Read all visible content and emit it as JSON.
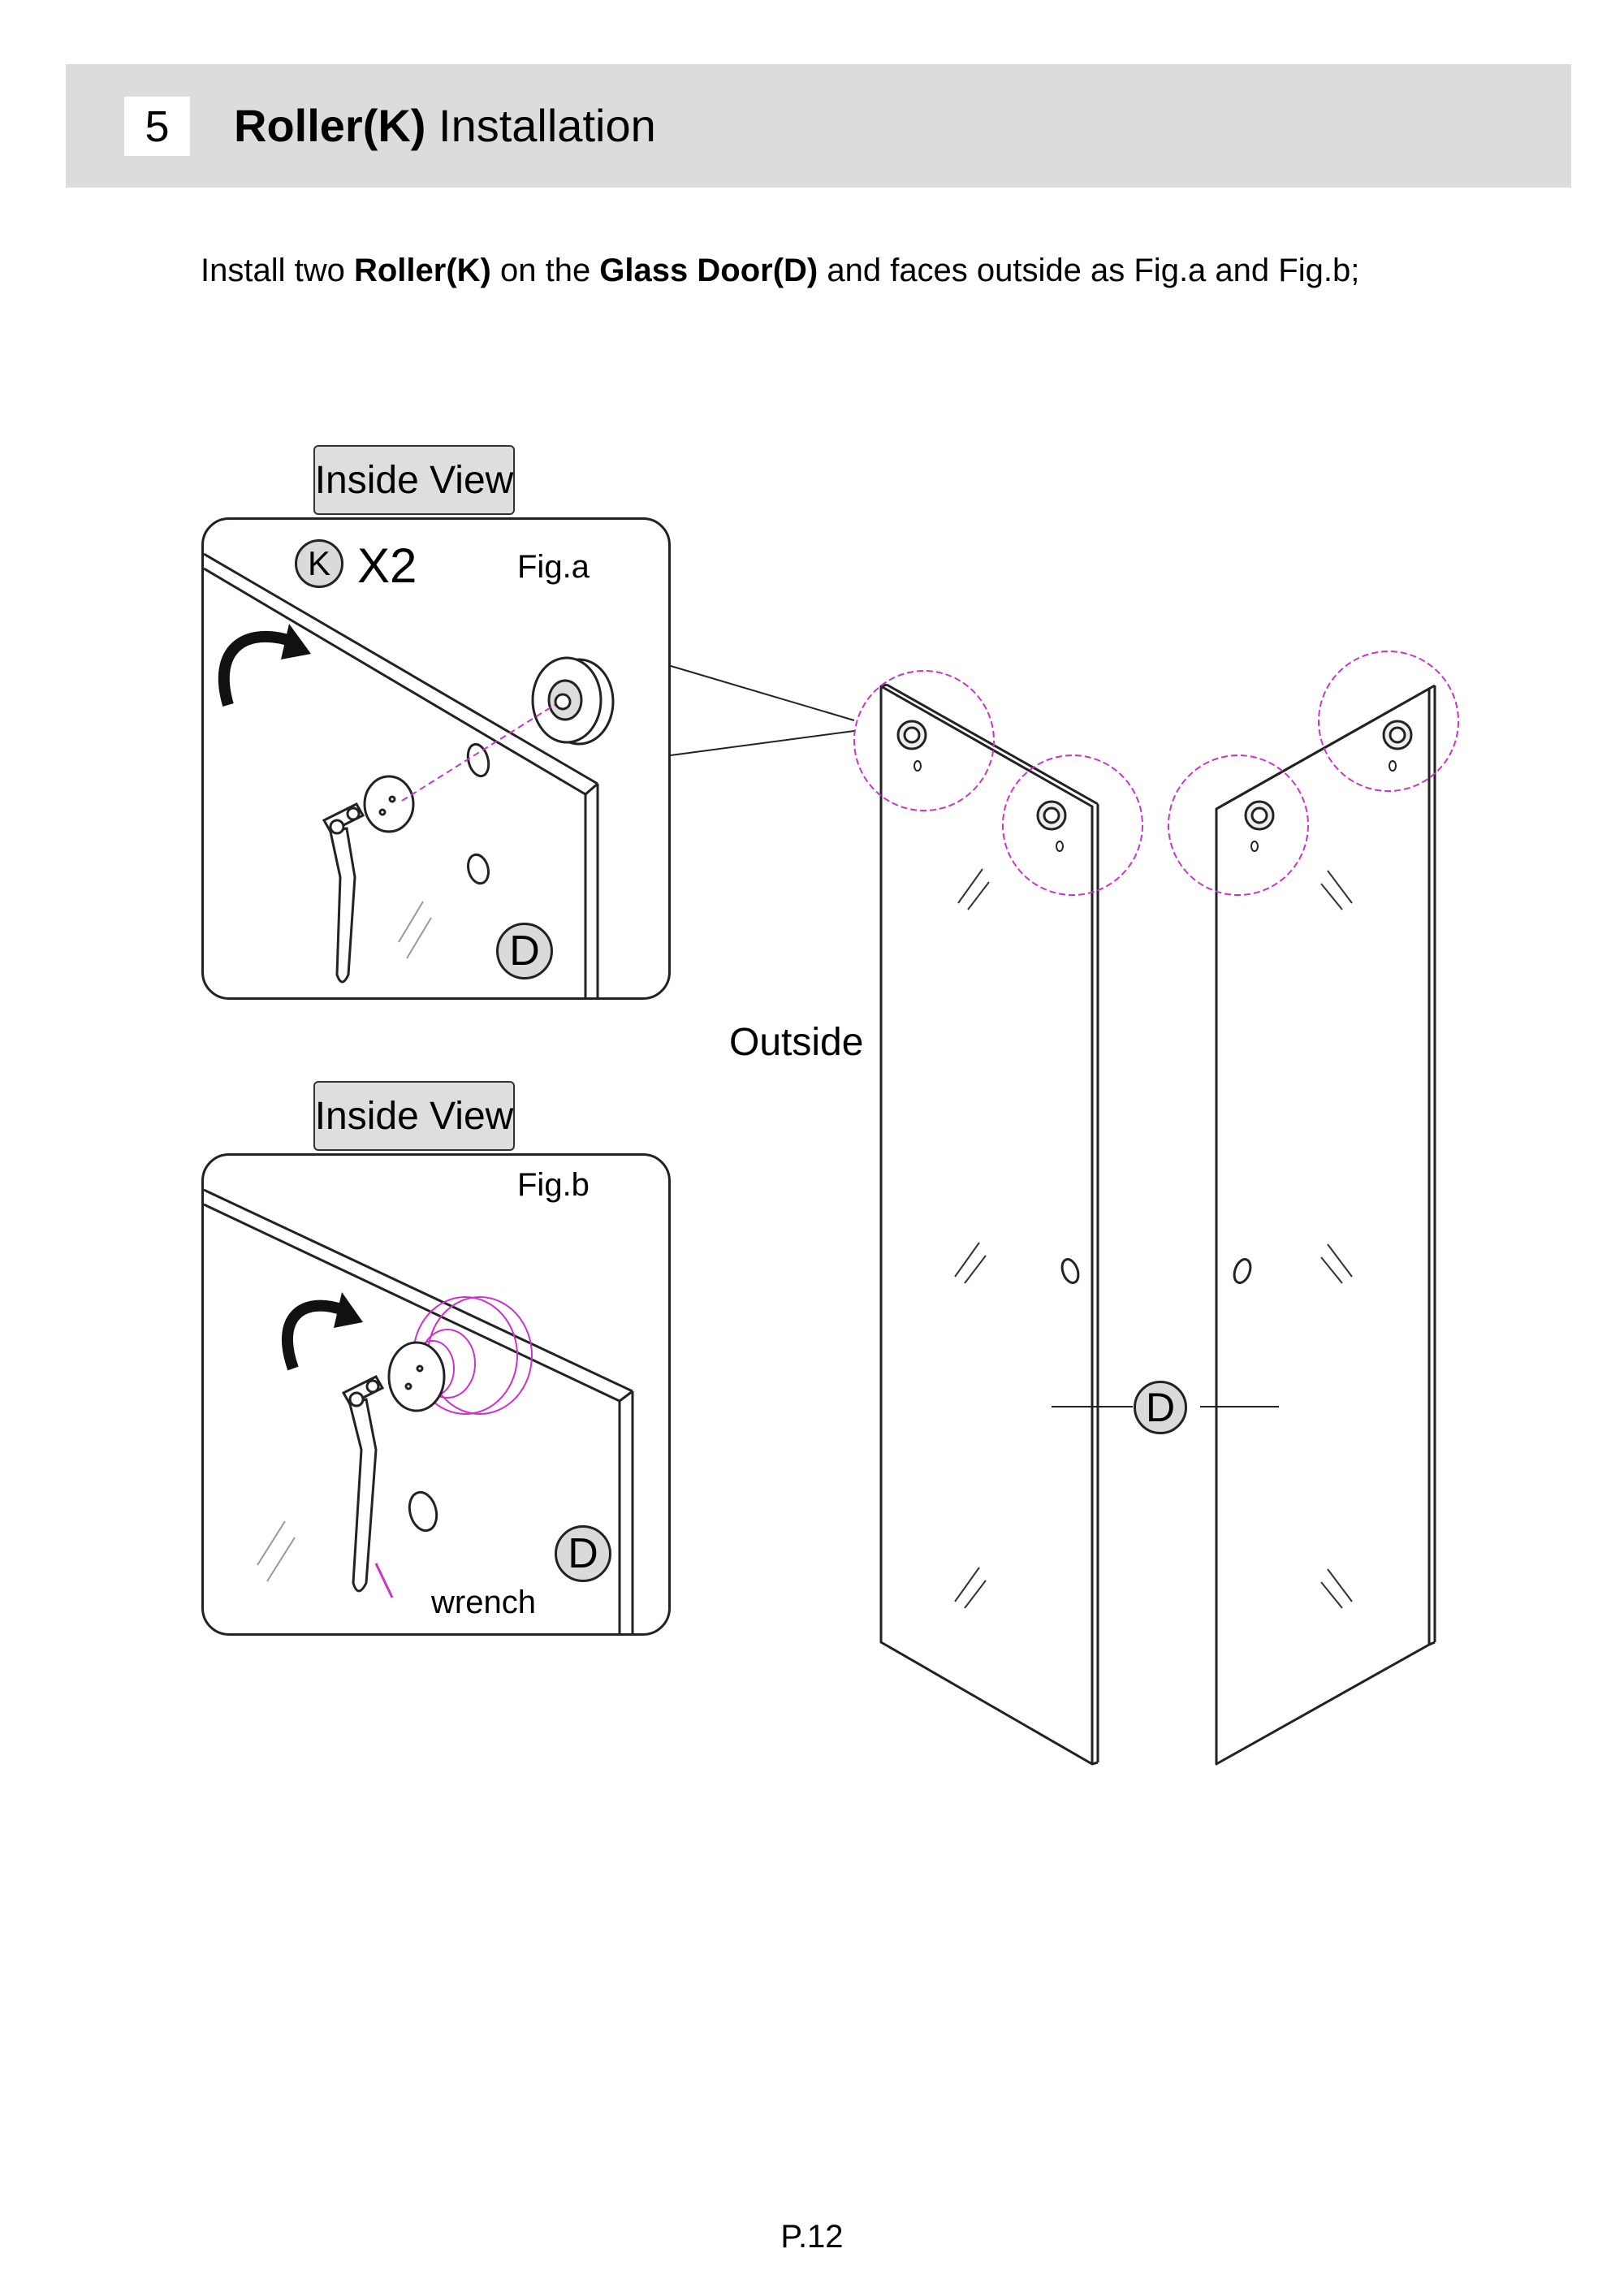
{
  "header": {
    "step_number": "5",
    "title_bold": "Roller(K)",
    "title_rest": " Installation"
  },
  "instruction": {
    "part1": "Install two ",
    "bold1": "Roller(K)",
    "part2": " on the ",
    "bold2": "Glass Door(D)",
    "part3": " and faces outside as Fig.a and Fig.b;"
  },
  "fig_a": {
    "view_label": "Inside View",
    "part_letter": "K",
    "quantity": "X2",
    "caption": "Fig.a",
    "door_letter": "D"
  },
  "fig_b": {
    "view_label": "Inside View",
    "caption": "Fig.b",
    "door_letter": "D",
    "tool_label": "wrench"
  },
  "main": {
    "side_label": "Outside",
    "door_letter": "D"
  },
  "colors": {
    "header_bg": "#dcdcdc",
    "callout_bg": "#dadada",
    "highlight": "#cc33cc"
  },
  "footer": {
    "page": "P.12"
  }
}
